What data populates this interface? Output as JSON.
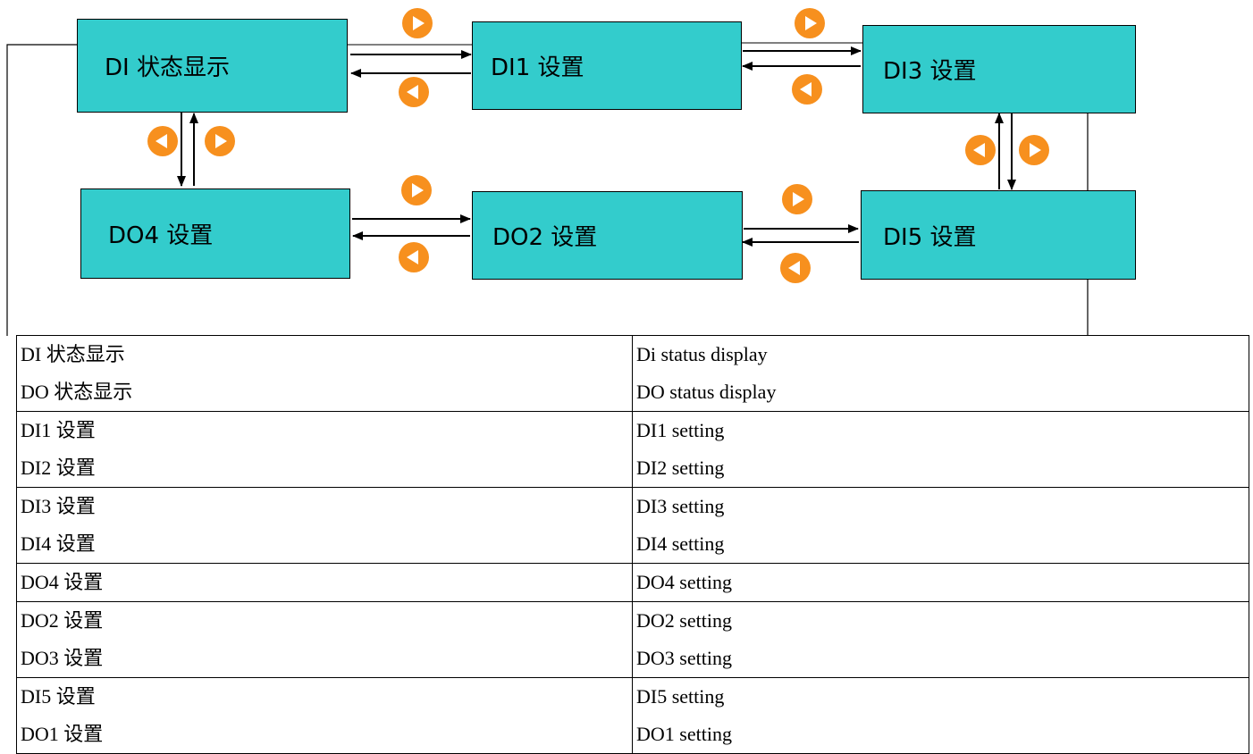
{
  "diagram": {
    "nodes": {
      "di_status": "DI 状态显示",
      "di1": "DI1 设置",
      "di3": "DI3 设置",
      "do4": "DO4 设置",
      "do2": "DO2 设置",
      "di5": "DI5 设置"
    },
    "button_color": "#f7901e",
    "node_color": "#33cccc",
    "icons": [
      "next-button-icon",
      "prev-button-icon"
    ]
  },
  "legend": {
    "rows": [
      {
        "left": [
          "DI 状态显示",
          "DO 状态显示"
        ],
        "right": [
          "Di status display",
          "DO status display"
        ]
      },
      {
        "left": [
          "DI1 设置",
          "DI2 设置"
        ],
        "right": [
          "DI1 setting",
          "DI2 setting"
        ]
      },
      {
        "left": [
          "DI3 设置",
          "DI4 设置"
        ],
        "right": [
          "DI3 setting",
          "DI4 setting"
        ]
      },
      {
        "left": [
          "DO4 设置"
        ],
        "right": [
          "DO4 setting"
        ]
      },
      {
        "left": [
          "DO2 设置",
          "DO3 设置"
        ],
        "right": [
          "DO2 setting",
          "DO3 setting"
        ]
      },
      {
        "left": [
          "DI5 设置",
          "DO1 设置"
        ],
        "right": [
          "DI5 setting",
          "DO1 setting"
        ]
      }
    ]
  }
}
